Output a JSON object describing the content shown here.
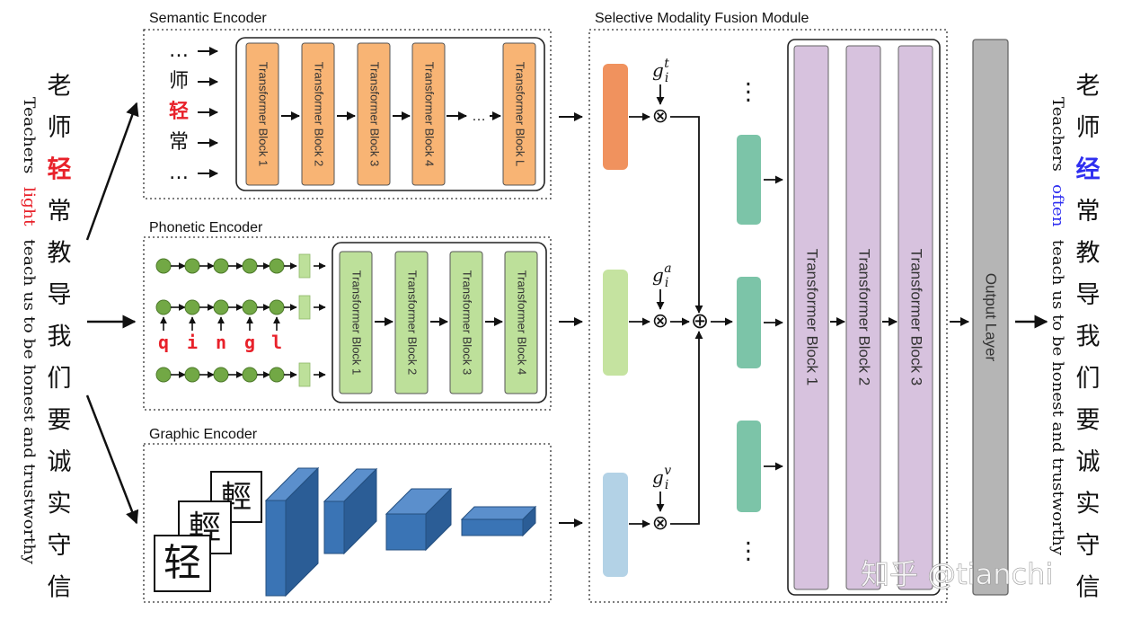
{
  "input": {
    "chars": [
      "老",
      "师",
      "轻",
      "常",
      "教",
      "导",
      "我",
      "们",
      "要",
      "诚",
      "实",
      "守",
      "信"
    ],
    "error_index": 2,
    "translation_before": "Teachers",
    "translation_highlight": "light",
    "translation_after": "teach us to be honest and trustworthy",
    "highlight_color": "#e8212a"
  },
  "output": {
    "chars": [
      "老",
      "师",
      "经",
      "常",
      "教",
      "导",
      "我",
      "们",
      "要",
      "诚",
      "实",
      "守",
      "信"
    ],
    "correct_index": 2,
    "translation_before": "Teachers",
    "translation_highlight": "often",
    "translation_after": "teach us to be honest and trustworthy",
    "highlight_color": "#2f2ff0"
  },
  "semantic_encoder": {
    "title": "Semantic Encoder",
    "tokens": [
      "…",
      "师",
      "轻",
      "常",
      "…"
    ],
    "highlight_token_index": 2,
    "blocks": [
      "Transformer Block 1",
      "Transformer Block 2",
      "Transformer Block 3",
      "Transformer Block 4",
      "Transformer Block L"
    ],
    "ellipsis": "…",
    "color": "#f8b474"
  },
  "phonetic_encoder": {
    "title": "Phonetic Encoder",
    "pinyin": [
      "q",
      "i",
      "n",
      "g",
      "l"
    ],
    "blocks": [
      "Transformer Block 1",
      "Transformer Block 2",
      "Transformer Block 3",
      "Transformer Block 4"
    ],
    "color": "#bde09a"
  },
  "graphic_encoder": {
    "title": "Graphic Encoder",
    "glyphs": [
      "輕",
      "輕",
      "轻"
    ],
    "cube_color": "#3a74b5"
  },
  "fusion": {
    "title": "Selective Modality Fusion Module",
    "gates": [
      {
        "base": "g",
        "sub": "i",
        "sup": "t"
      },
      {
        "base": "g",
        "sub": "i",
        "sup": "a"
      },
      {
        "base": "g",
        "sub": "i",
        "sup": "v"
      }
    ],
    "multiply_symbol": "⊗",
    "add_symbol": "⊕",
    "ellipsis": "⋮",
    "feature_colors": [
      "#f0925e",
      "#c5e3a0",
      "#b3d2e6"
    ],
    "fused_color": "#7cc4a8",
    "blocks": [
      "Transformer Block 1",
      "Transformer Block 2",
      "Transformer Block 3"
    ],
    "block_color": "#d7c2de"
  },
  "output_layer": {
    "label": "Output Layer",
    "color": "#b5b5b5"
  },
  "watermark": "知乎 @tianchi"
}
